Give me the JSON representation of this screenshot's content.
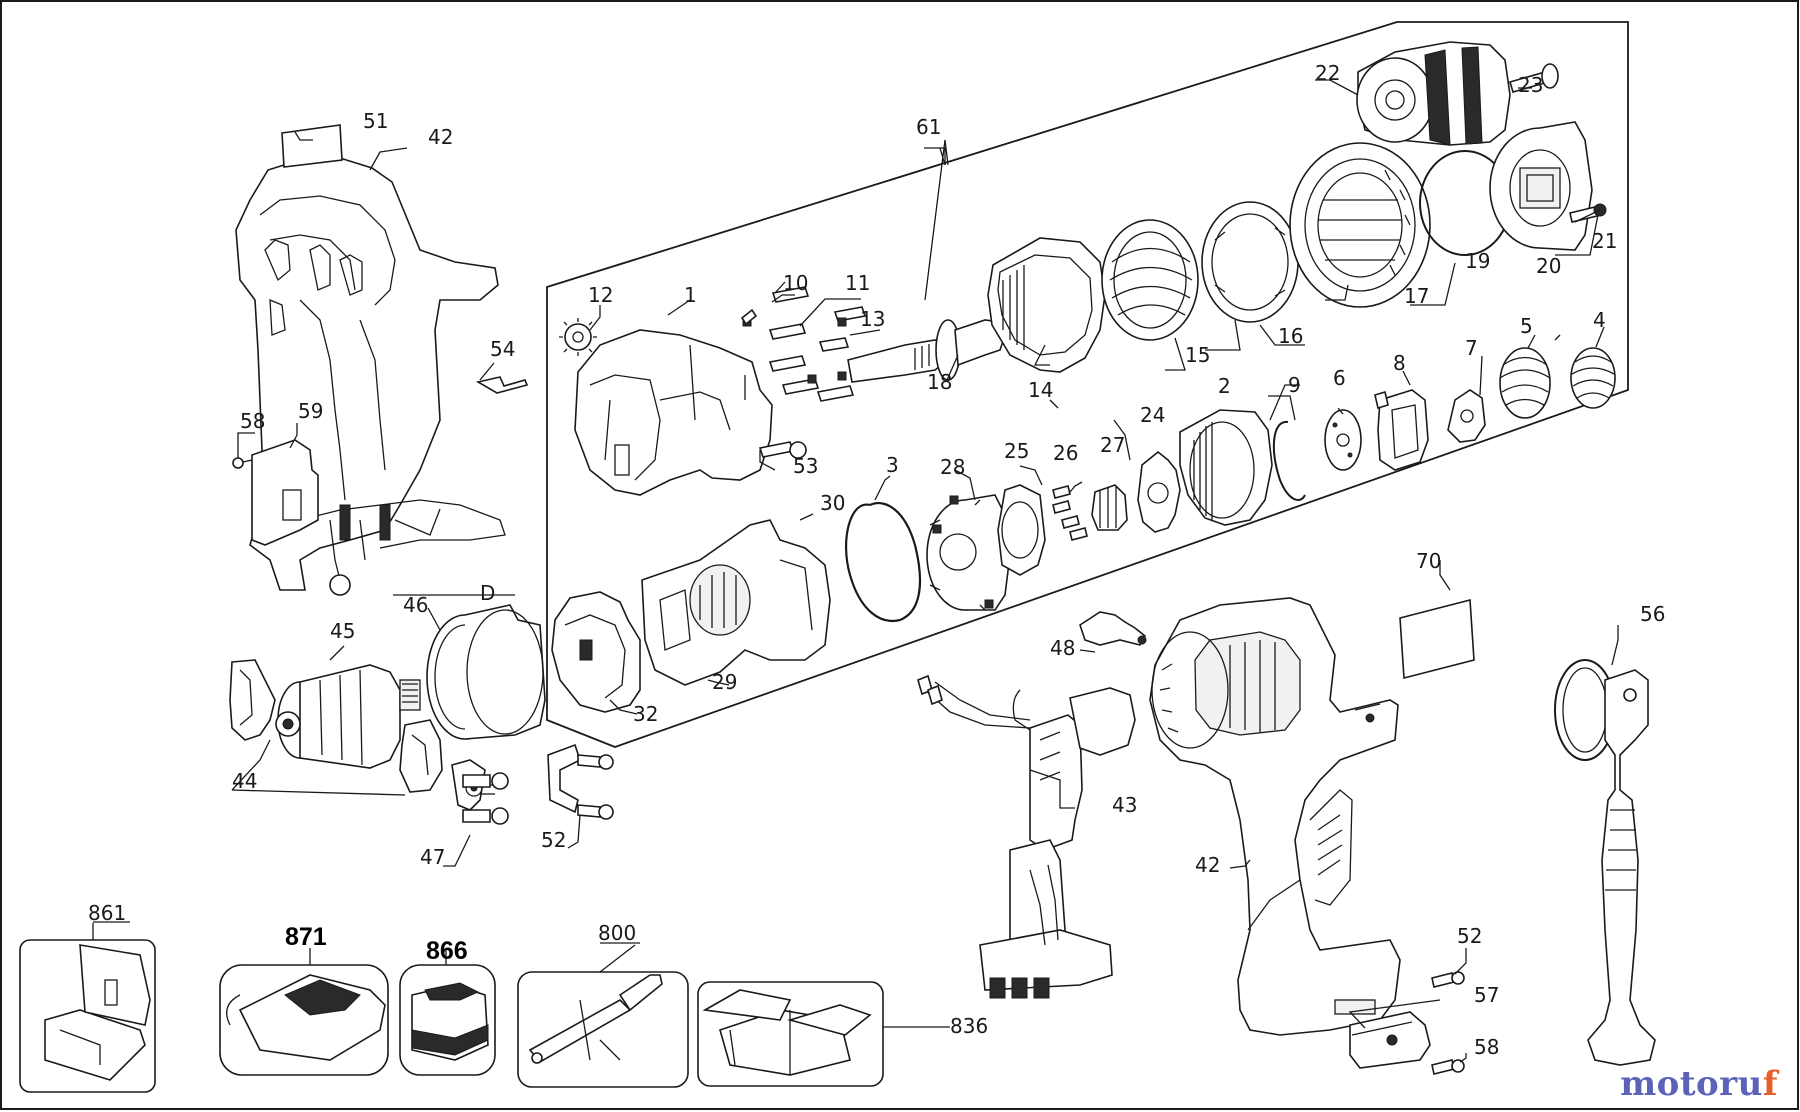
{
  "labels": {
    "l1": "1",
    "l2": "2",
    "l3": "3",
    "l4": "4",
    "l5": "5",
    "l6": "6",
    "l7": "7",
    "l8": "8",
    "l9": "9",
    "l10": "10",
    "l11": "11",
    "l12": "12",
    "l13": "13",
    "l14": "14",
    "l15": "15",
    "l16": "16",
    "l17": "17",
    "l18": "18",
    "l19": "19",
    "l20": "20",
    "l21": "21",
    "l22": "22",
    "l23": "23",
    "l24": "24",
    "l25": "25",
    "l26": "26",
    "l27": "27",
    "l28": "28",
    "l29": "29",
    "l30": "30",
    "l32": "32",
    "l42a": "42",
    "l42b": "42",
    "l43": "43",
    "l44": "44",
    "l45": "45",
    "l46": "46",
    "l47": "47",
    "l48": "48",
    "l51": "51",
    "l52a": "52",
    "l52b": "52",
    "l53": "53",
    "l54": "54",
    "l56": "56",
    "l57": "57",
    "l58a": "58",
    "l58b": "58",
    "l59": "59",
    "l61": "61",
    "l70": "70",
    "lD": "D",
    "l800": "800",
    "l836": "836",
    "l861": "861",
    "l866": "866",
    "l871": "871"
  },
  "watermark": {
    "part1": "motoru",
    "part2": "f"
  }
}
